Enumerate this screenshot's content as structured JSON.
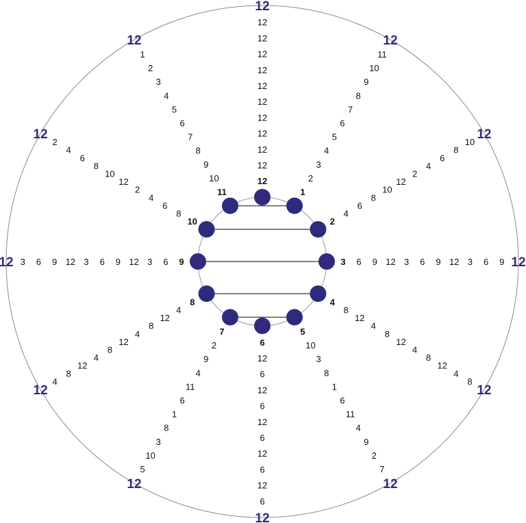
{
  "colors": {
    "node": "#2f2a7e",
    "outer_label": "#2f2a7e",
    "circle": "#888888",
    "chord": "#555555"
  },
  "chords": [
    [
      11,
      1
    ],
    [
      10,
      2
    ],
    [
      9,
      3
    ],
    [
      8,
      4
    ],
    [
      7,
      5
    ]
  ],
  "spokes": [
    {
      "label": "12",
      "sequence": [
        "12",
        "12",
        "12",
        "12",
        "12",
        "12",
        "12",
        "12",
        "12",
        "12"
      ],
      "outer": "12"
    },
    {
      "label": "1",
      "sequence": [
        "2",
        "3",
        "4",
        "5",
        "6",
        "7",
        "8",
        "9",
        "10",
        "11"
      ],
      "outer": "12"
    },
    {
      "label": "2",
      "sequence": [
        "4",
        "6",
        "8",
        "10",
        "12",
        "2",
        "4",
        "6",
        "8",
        "10"
      ],
      "outer": "12"
    },
    {
      "label": "3",
      "sequence": [
        "6",
        "9",
        "12",
        "3",
        "6",
        "9",
        "12",
        "3",
        "6",
        "9"
      ],
      "outer": "12"
    },
    {
      "label": "4",
      "sequence": [
        "8",
        "12",
        "4",
        "8",
        "12",
        "4",
        "8",
        "12",
        "4",
        "8"
      ],
      "outer": "12"
    },
    {
      "label": "5",
      "sequence": [
        "10",
        "3",
        "8",
        "1",
        "6",
        "11",
        "4",
        "9",
        "2",
        "7"
      ],
      "outer": "12"
    },
    {
      "label": "6",
      "sequence": [
        "12",
        "6",
        "12",
        "6",
        "12",
        "6",
        "12",
        "6",
        "12",
        "6"
      ],
      "outer": "12"
    },
    {
      "label": "7",
      "sequence": [
        "2",
        "9",
        "4",
        "11",
        "6",
        "1",
        "8",
        "3",
        "10",
        "5"
      ],
      "outer": "12"
    },
    {
      "label": "8",
      "sequence": [
        "4",
        "12",
        "8",
        "4",
        "12",
        "8",
        "4",
        "12",
        "8",
        "4"
      ],
      "outer": "12"
    },
    {
      "label": "9",
      "sequence": [
        "6",
        "3",
        "12",
        "9",
        "6",
        "3",
        "12",
        "9",
        "6",
        "3"
      ],
      "outer": "12"
    },
    {
      "label": "10",
      "sequence": [
        "8",
        "6",
        "4",
        "2",
        "12",
        "10",
        "8",
        "6",
        "4",
        "2"
      ],
      "outer": "12"
    },
    {
      "label": "11",
      "sequence": [
        "10",
        "9",
        "8",
        "7",
        "6",
        "5",
        "4",
        "3",
        "2",
        "1"
      ],
      "outer": "12"
    }
  ]
}
